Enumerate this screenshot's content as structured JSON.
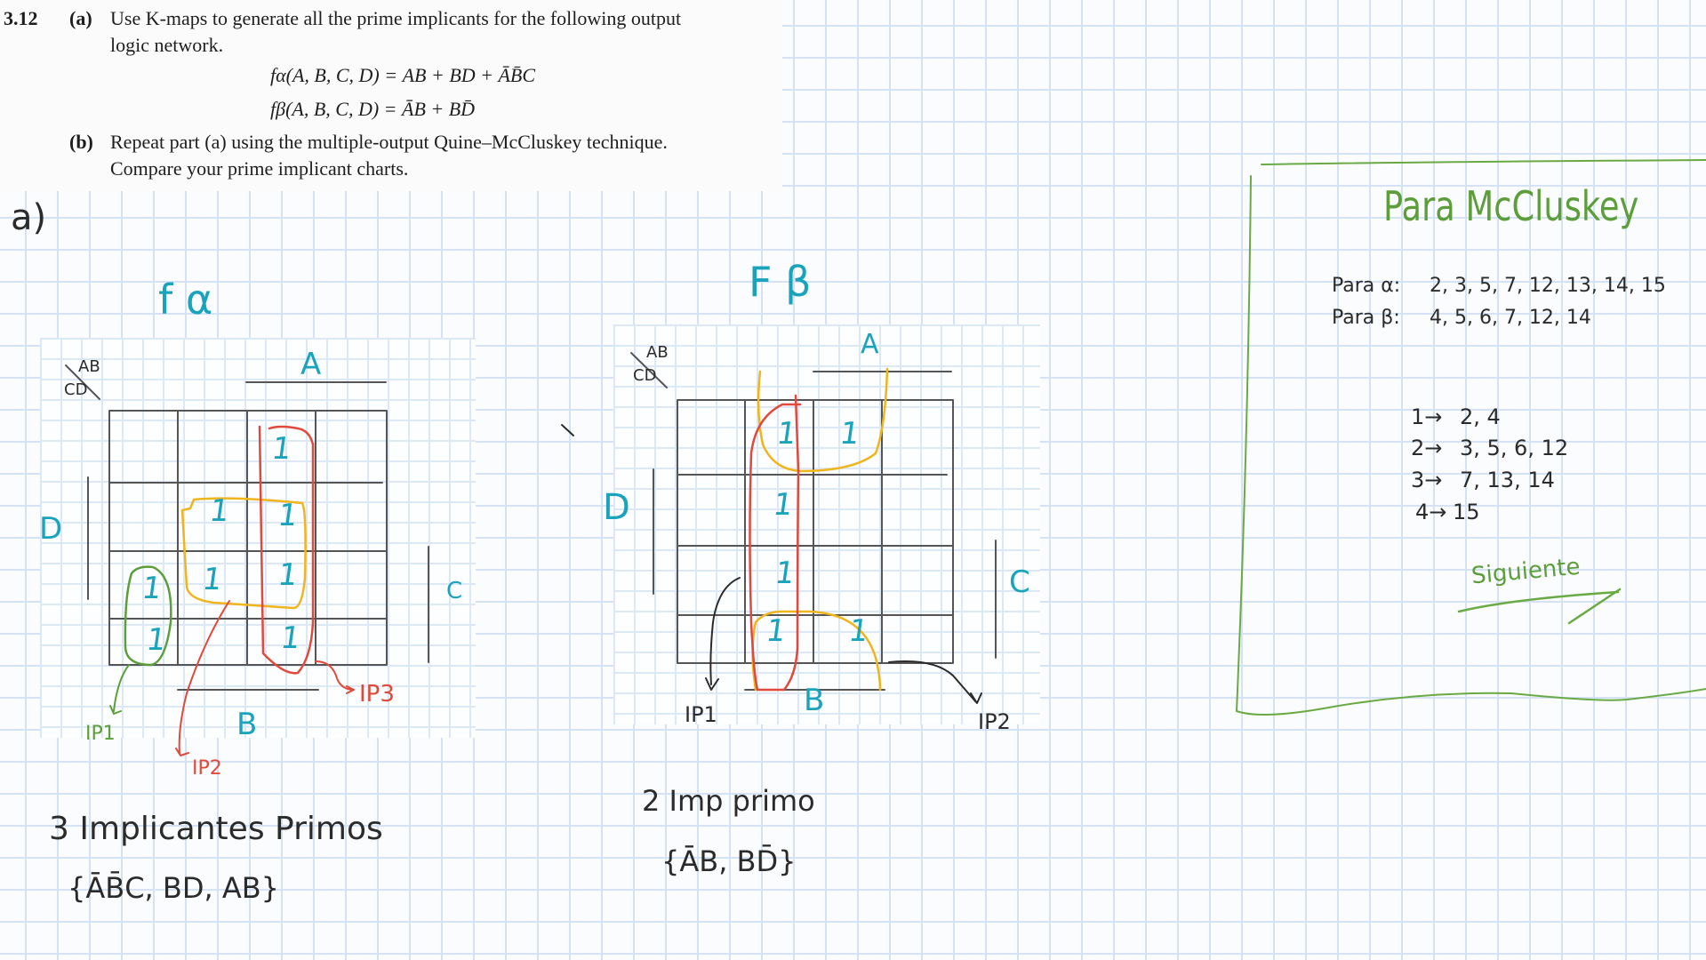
{
  "problem": {
    "number": "3.12",
    "part_a_label": "(a)",
    "part_a_line1": "Use K-maps to generate all the prime implicants for the following output",
    "part_a_line2": "logic network.",
    "eq_alpha": "fα(A, B, C, D) = AB + BD + ĀB̄C",
    "eq_beta": "fβ(A, B, C, D) = ĀB + BD̄",
    "part_b_label": "(b)",
    "part_b_line1": "Repeat part (a) using the multiple-output Quine–McCluskey technique.",
    "part_b_line2": "Compare your prime implicant charts."
  },
  "notes": {
    "section_label": "a)",
    "kmap_alpha": {
      "title": "f α",
      "corner_top": "AB",
      "corner_bottom": "CD",
      "label_a": "A",
      "label_b": "B",
      "label_c": "C",
      "label_d": "D",
      "ones": [
        "1",
        "1",
        "1",
        "1",
        "1",
        "1",
        "1",
        "1"
      ],
      "ip1": "IP1",
      "ip2": "IP2",
      "ip3": "IP3",
      "summary": "3 Implicantes Primos",
      "set": "{ĀB̄C, BD, AB}"
    },
    "kmap_beta": {
      "title": "F β",
      "corner_top": "AB",
      "corner_bottom": "CD",
      "label_a": "A",
      "label_b": "B",
      "label_c": "C",
      "label_d": "D",
      "ones": [
        "1",
        "1",
        "1",
        "1",
        "1",
        "1"
      ],
      "ip1": "IP1",
      "ip2": "IP2",
      "summary": "2 Imp primo",
      "set": "{ĀB, BD̄}"
    },
    "mccluskey": {
      "title": "Para McCluskey",
      "alpha_label": "Para α:",
      "alpha_minterms": "2, 3, 5, 7, 12, 13, 14, 15",
      "beta_label": "Para β:",
      "beta_minterms": "4, 5, 6, 7, 12, 14",
      "groups": [
        {
          "label": "1→",
          "values": "2, 4"
        },
        {
          "label": "2→",
          "values": "3, 5, 6, 12"
        },
        {
          "label": "3→",
          "values": "7, 13, 14"
        },
        {
          "label": "4→",
          "values": "15"
        }
      ],
      "next_label": "Siguiente"
    }
  },
  "colors": {
    "ink_cyan": "#1aa3bd",
    "ink_red": "#e0493b",
    "ink_yellow": "#f0b41c",
    "ink_green": "#5c9e3a",
    "ink_dark": "#2b2b2b",
    "grid": "#d4e2f4"
  }
}
